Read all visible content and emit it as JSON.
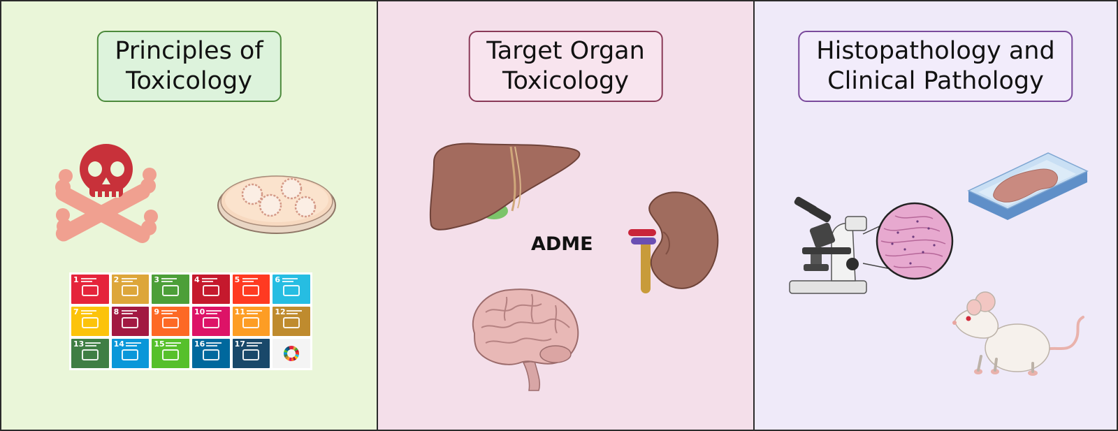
{
  "panels": [
    {
      "title_lines": [
        "Principles of",
        "Toxicology"
      ],
      "background": "#eaf6d9",
      "title_border": "#4c8a3c",
      "illustrations": [
        "skull-crossbones-icon",
        "petri-dish-icon",
        "sdg-goals-grid"
      ]
    },
    {
      "title_lines": [
        "Target Organ",
        "Toxicology"
      ],
      "background": "#f4dfea",
      "title_border": "#8a3a58",
      "label": "ADME",
      "illustrations": [
        "liver-icon",
        "kidney-icon",
        "brain-icon"
      ]
    },
    {
      "title_lines": [
        "Histopathology and",
        "Clinical Pathology"
      ],
      "background": "#efeaf9",
      "title_border": "#7a4a9c",
      "illustrations": [
        "microscope-icon",
        "tissue-magnifier-icon",
        "glass-slide-icon",
        "lab-rat-icon"
      ]
    }
  ],
  "sdg_colors": [
    "#e5243b",
    "#dda63a",
    "#4c9f38",
    "#c5192d",
    "#ff3a21",
    "#26bde2",
    "#fcc30b",
    "#a21942",
    "#fd6925",
    "#dd1367",
    "#fd9d24",
    "#bf8b2e",
    "#3f7e44",
    "#0a97d9",
    "#56c02b",
    "#00689d",
    "#19486a"
  ]
}
